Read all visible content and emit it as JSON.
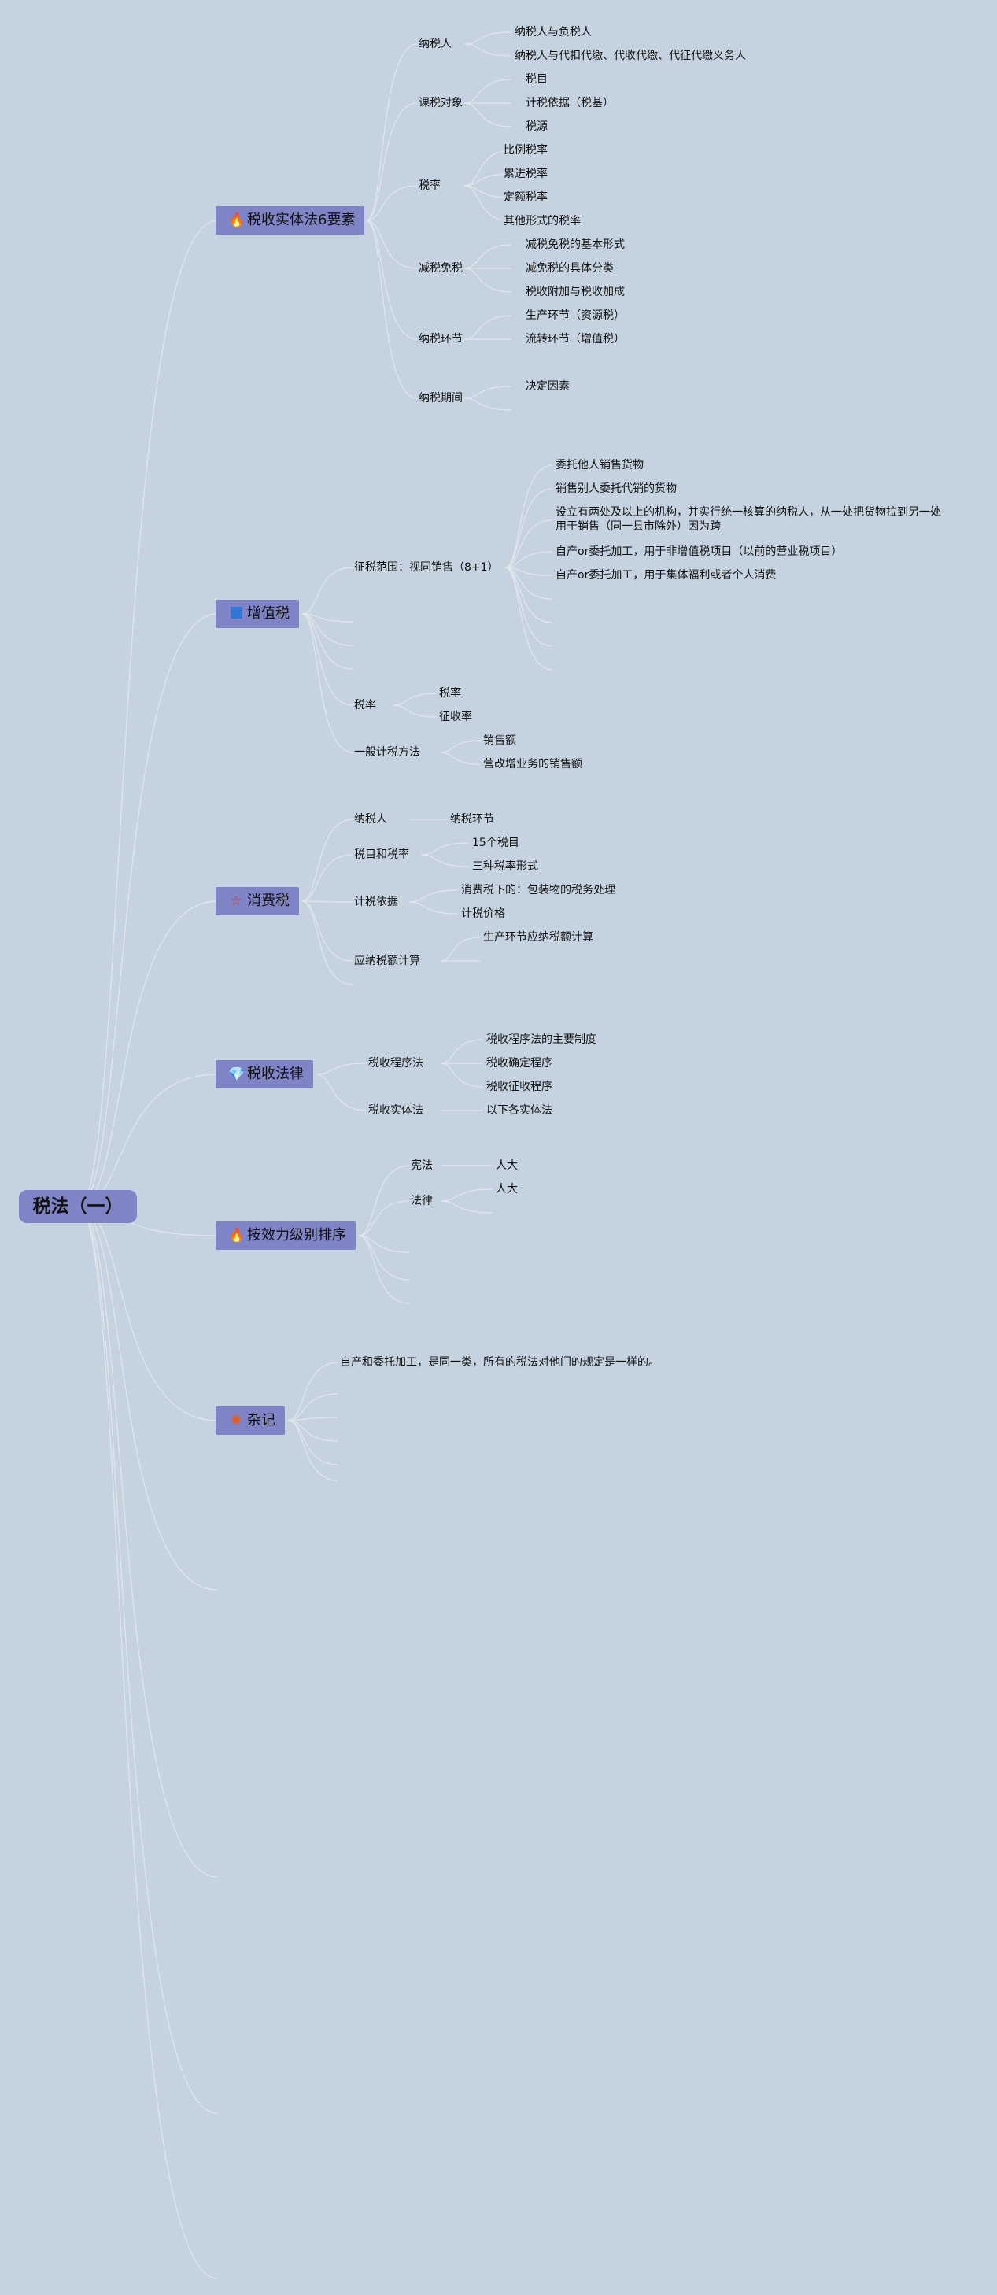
{
  "root": "税法（一）",
  "topics": [
    {
      "label": "税收实体法6要素",
      "icon": "fire-icon",
      "children": [
        {
          "label": "纳税人",
          "children": [
            "纳税人与负税人",
            "纳税人与代扣代缴、代收代缴、代征代缴义务人"
          ]
        },
        {
          "label": "课税对象",
          "children": [
            "税目",
            "计税依据（税基）",
            "税源"
          ]
        },
        {
          "label": "税率",
          "children": [
            "比例税率",
            "累进税率",
            "定额税率",
            "其他形式的税率"
          ]
        },
        {
          "label": "减税免税",
          "children": [
            "减税免税的基本形式",
            "减免税的具体分类",
            "税收附加与税收加成"
          ]
        },
        {
          "label": "纳税环节",
          "children": [
            "生产环节（资源税）",
            "流转环节（增值税）"
          ]
        },
        {
          "label": "纳税期间",
          "children": [
            "决定因素"
          ]
        }
      ]
    },
    {
      "label": "增值税",
      "icon": "blue-square-icon",
      "children": [
        {
          "label": "征税范围：视同销售（8+1）",
          "children": [
            "委托他人销售货物",
            "销售别人委托代销的货物",
            "设立有两处及以上的机构，并实行统一核算的纳税人，从一处把货物拉到另一处用于销售（同一县市除外）因为跨",
            "自产or委托加工，用于非增值税项目（以前的营业税项目）",
            "自产or委托加工，用于集体福利或者个人消费"
          ]
        },
        {
          "label": "税率",
          "children": [
            "税率",
            "征收率"
          ]
        },
        {
          "label": "一般计税方法",
          "children": [
            "销售额",
            "营改增业务的销售额"
          ]
        }
      ]
    },
    {
      "label": "消费税",
      "icon": "star-icon",
      "children": [
        {
          "label": "纳税人",
          "children": [
            "纳税环节"
          ]
        },
        {
          "label": "税目和税率",
          "children": [
            "15个税目",
            "三种税率形式"
          ]
        },
        {
          "label": "计税依据",
          "children": [
            "消费税下的：包装物的税务处理",
            "计税价格"
          ]
        },
        {
          "label": "应纳税额计算",
          "children": [
            "生产环节应纳税额计算"
          ]
        }
      ]
    },
    {
      "label": "税收法律",
      "icon": "gem-icon",
      "children": [
        {
          "label": "税收程序法",
          "children": [
            "税收程序法的主要制度",
            "税收确定程序",
            "税收征收程序"
          ]
        },
        {
          "label": "税收实体法",
          "children": [
            "以下各实体法"
          ]
        }
      ]
    },
    {
      "label": "按效力级别排序",
      "icon": "fire-icon",
      "children": [
        {
          "label": "宪法",
          "children": [
            "人大"
          ]
        },
        {
          "label": "法律",
          "children": [
            "人大"
          ]
        }
      ]
    },
    {
      "label": "杂记",
      "icon": "sun-icon",
      "children": [
        {
          "label": "自产和委托加工，是同一类，所有的税法对他门的规定是一样的。",
          "children": []
        }
      ]
    }
  ],
  "colors": {
    "background": "#c5d3e1",
    "topic_fill": "#7f84c6",
    "link": "#e6e8ec"
  }
}
